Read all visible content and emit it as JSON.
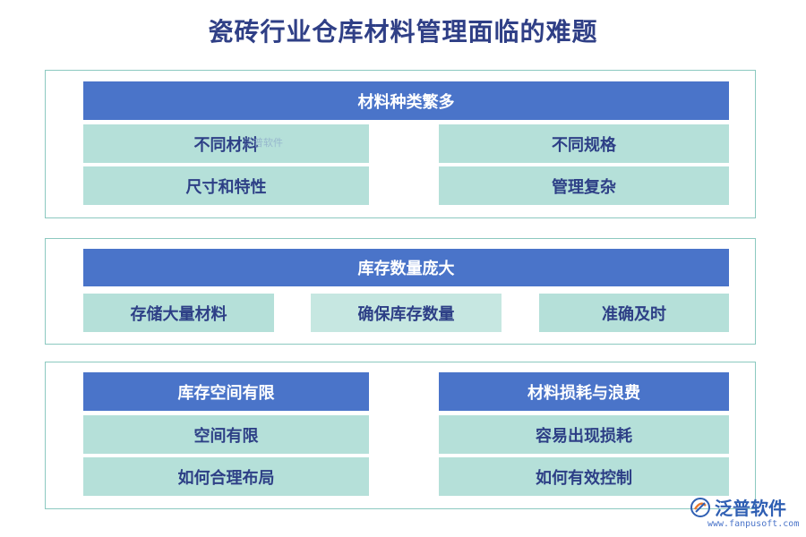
{
  "title": "瓷砖行业仓库材料管理面临的难题",
  "section1": {
    "header": "材料种类繁多",
    "items": [
      "不同材料",
      "不同规格",
      "尺寸和特性",
      "管理复杂"
    ]
  },
  "section2": {
    "header": "库存数量庞大",
    "items": [
      "存储大量材料",
      "确保库存数量",
      "准确及时"
    ]
  },
  "section3": {
    "left": {
      "header": "库存空间有限",
      "items": [
        "空间有限",
        "如何合理布局"
      ]
    },
    "right": {
      "header": "材料损耗与浪费",
      "items": [
        "容易出现损耗",
        "如何有效控制"
      ]
    }
  },
  "watermark": "泛普软件",
  "logo": {
    "text": "泛普软件",
    "url": "www.fanpusoft.com"
  },
  "colors": {
    "header": "#4a74c9",
    "cell": "#b5e0d9",
    "border": "#8cc9c0",
    "title": "#2f3f86"
  }
}
